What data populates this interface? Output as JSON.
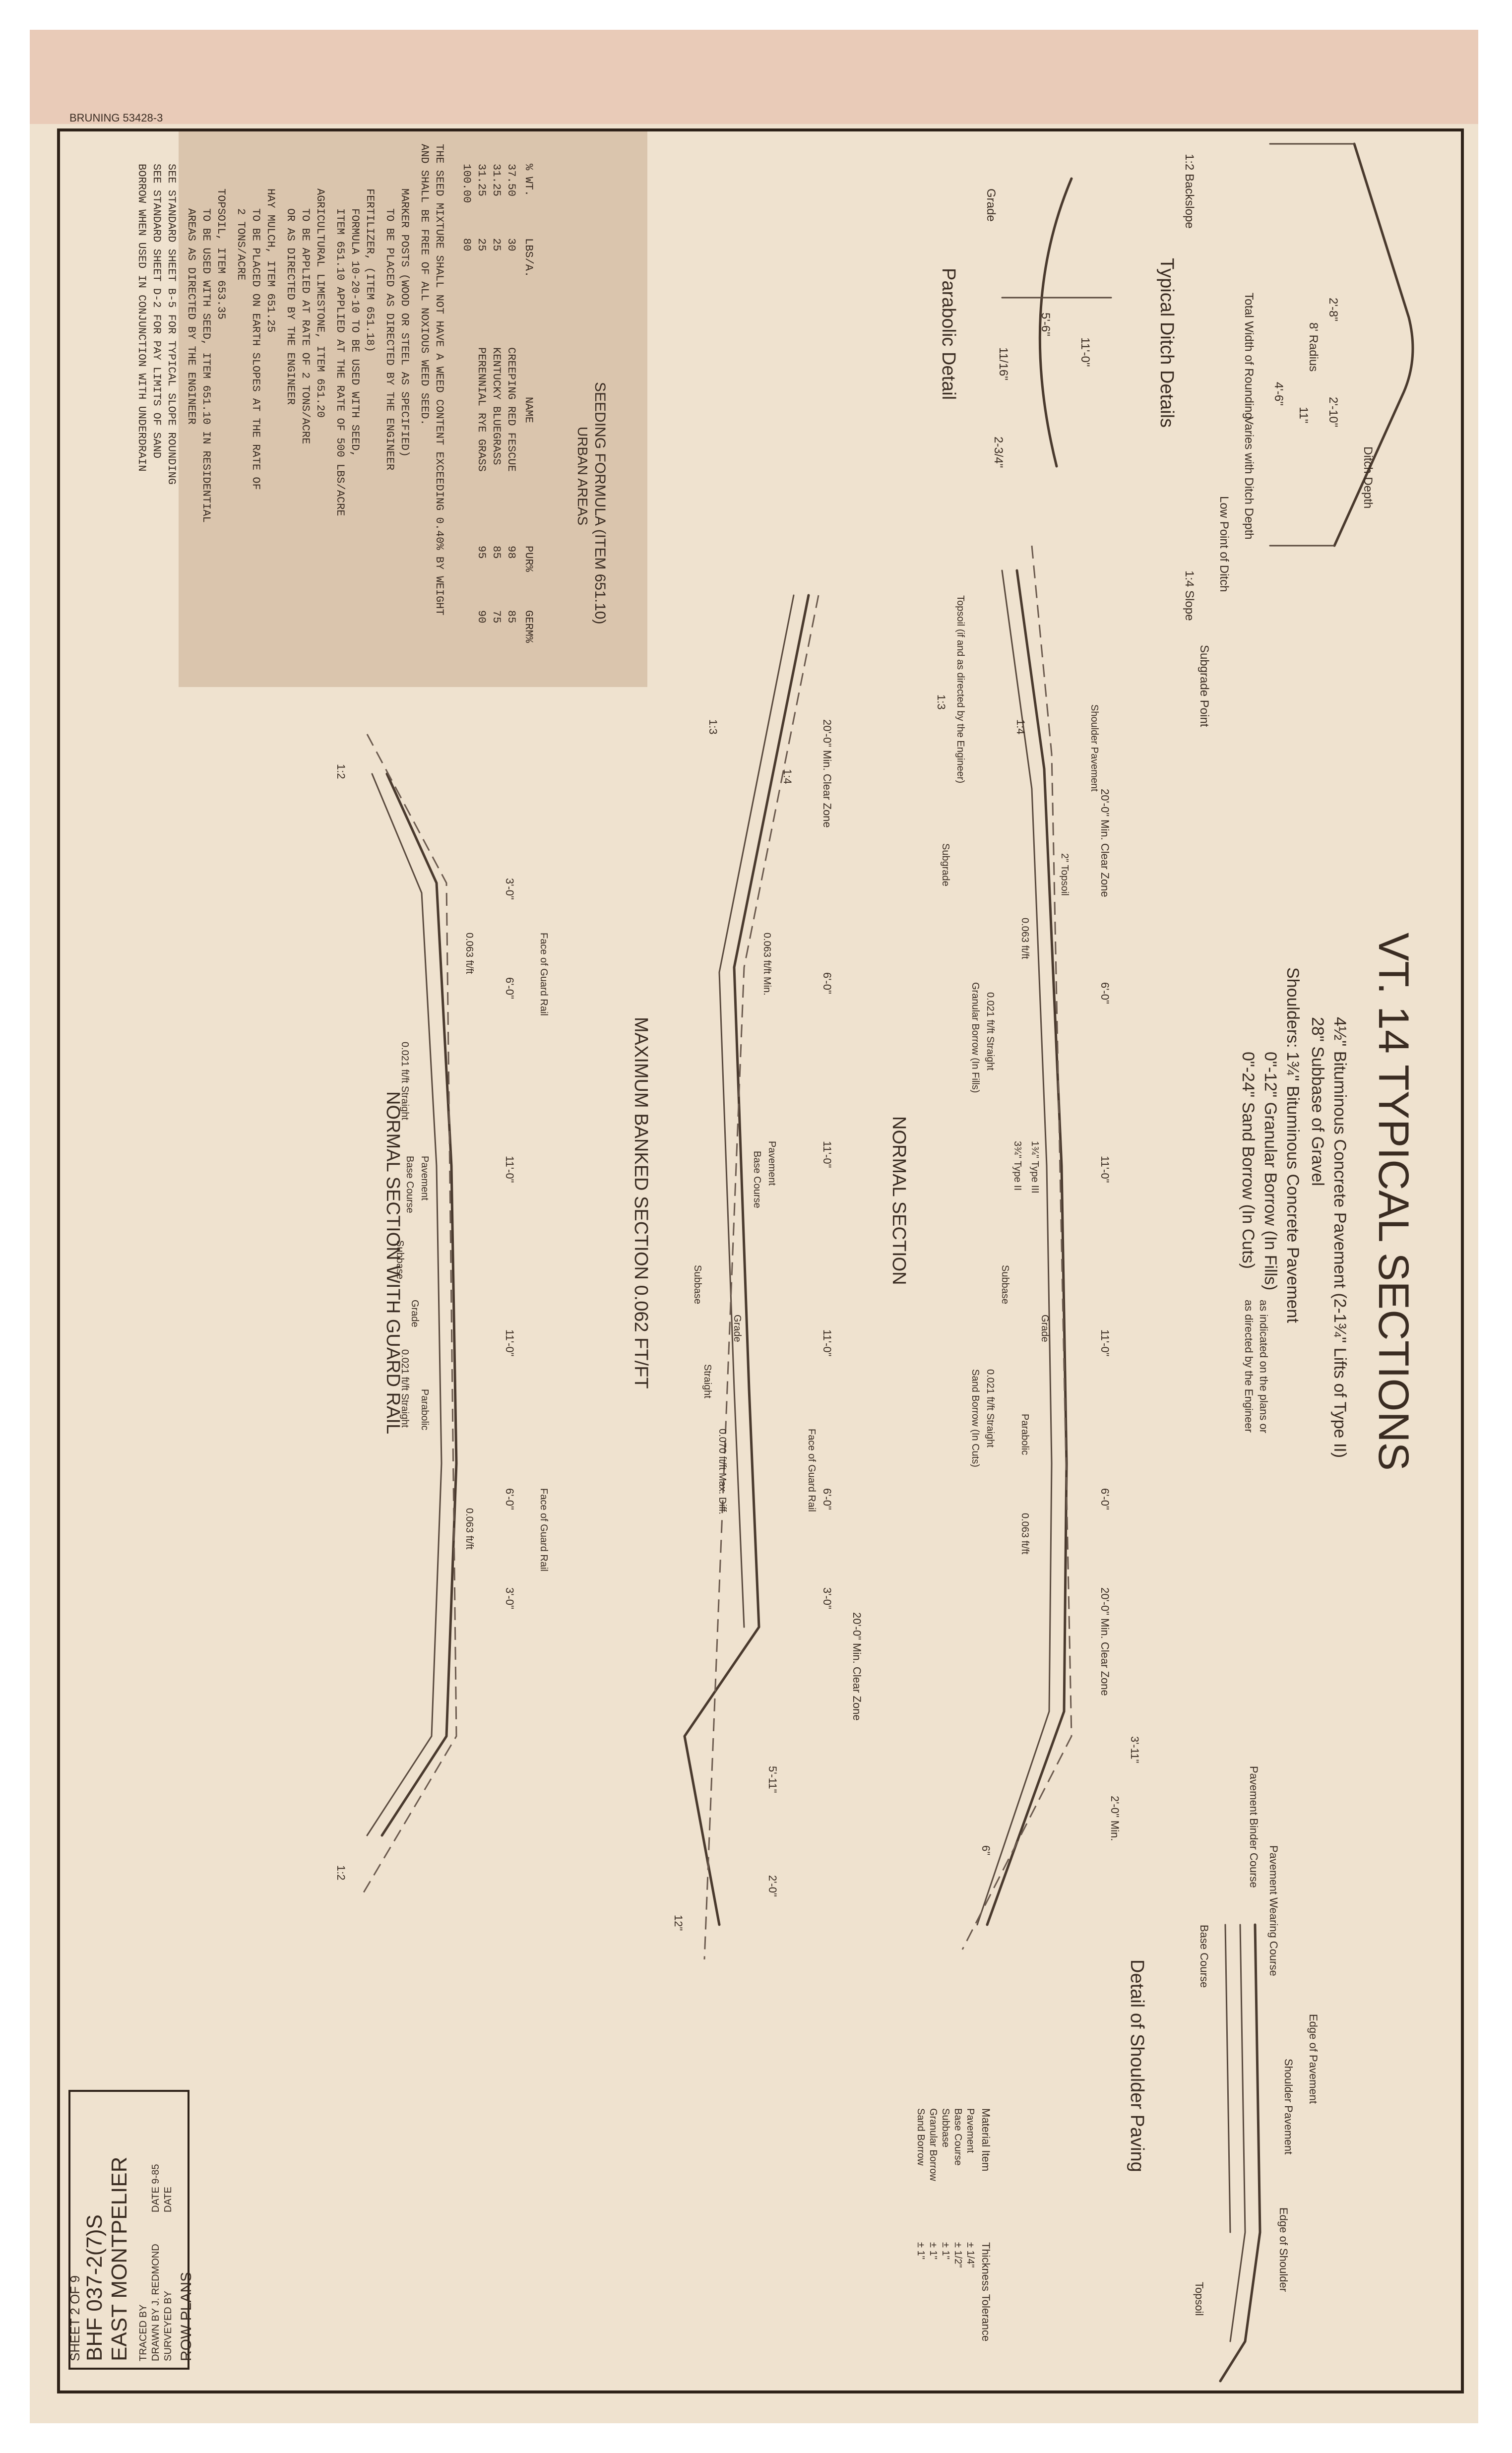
{
  "sheet_header": {
    "stamp": "BRUNING 53428-3"
  },
  "title": {
    "main": "VT. 14 TYPICAL SECTIONS",
    "pavement_line1": "4½\" Bituminous Concrete Pavement (2-1¾\" Lifts of Type II)",
    "pavement_line2": "28\" Subbase of Gravel",
    "shoulders_label": "Shoulders:",
    "shoulders_line1": "1¾\" Bituminous Concrete Pavement",
    "shoulders_line2": "0\"-12\" Granular Borrow (In Fills)",
    "shoulders_line3": "0\"-24\" Sand Borrow (In Cuts)",
    "shoulders_note1": "as indicated on the plans or",
    "shoulders_note2": "as directed by the Engineer"
  },
  "ditch_details": {
    "title": "Typical Ditch Details",
    "labels": [
      "Varies with Ditch Depth",
      "Total Width of Rounding",
      "1:2 Backslope",
      "8' Radius",
      "4'-6\"",
      "2'-8\"",
      "2'-10\"",
      "1:4 Slope",
      "11\"",
      "Low Point of Ditch",
      "Ditch Depth",
      "Subgrade Point"
    ]
  },
  "parabolic_detail": {
    "title": "Parabolic Detail",
    "labels": [
      "Grade",
      "11'-0\"",
      "5'-6\"",
      "11/16\"",
      "2-3/4\""
    ]
  },
  "seeding": {
    "title": "SEEDING FORMULA (ITEM 651.10)",
    "subtitle": "URBAN AREAS",
    "columns": [
      "% WT.",
      "LBS/A.",
      "NAME",
      "PUR%",
      "GERM%"
    ],
    "rows": [
      [
        "37.50",
        "30",
        "CREEPING RED FESCUE",
        "98",
        "85"
      ],
      [
        "31.25",
        "25",
        "KENTUCKY BLUEGRASS",
        "85",
        "75"
      ],
      [
        "31.25",
        "25",
        "PERENNIAL RYE GRASS",
        "95",
        "90"
      ],
      [
        "100.00",
        "80",
        "",
        "",
        ""
      ]
    ],
    "notes": [
      "THE SEED MIXTURE SHALL NOT HAVE A WEED CONTENT EXCEEDING 0.40% BY WEIGHT",
      "AND SHALL BE FREE OF ALL NOXIOUS WEED SEED.",
      "MARKER POSTS (WOOD OR STEEL AS SPECIFIED)",
      "TO BE PLACED AS DIRECTED BY THE ENGINEER",
      "FERTILIZER, (ITEM 651.18)",
      "FORMULA 10-20-10 TO BE USED WITH SEED,",
      "ITEM 651.10 APPLIED AT THE RATE OF 500 LBS/ACRE",
      "AGRICULTURAL LIMESTONE, ITEM 651.20",
      "TO BE APPLIED AT RATE OF 2 TONS/ACRE",
      "OR AS DIRECTED BY THE ENGINEER",
      "HAY MULCH, ITEM 651.25",
      "TO BE PLACED ON EARTH SLOPES AT THE RATE OF",
      "2 TONS/ACRE",
      "TOPSOIL, ITEM 653.35",
      "TO BE USED WITH SEED, ITEM 651.10 IN RESIDENTIAL",
      "AREAS AS DIRECTED BY THE ENGINEER",
      "SEE STANDARD SHEET B-5 FOR TYPICAL SLOPE ROUNDING",
      "SEE STANDARD SHEET D-2 FOR PAY LIMITS OF SAND",
      "BORROW WHEN USED IN CONJUNCTION WITH UNDERDRAIN"
    ]
  },
  "normal_section": {
    "title": "NORMAL SECTION",
    "labels": [
      "20'-0\" Min. Clear Zone",
      "6'-0\"",
      "11'-0\"",
      "11'-0\"",
      "6'-0\"",
      "20'-0\" Min. Clear Zone",
      "0.063 ft/ft",
      "0.021 ft/ft Straight",
      "0.021 ft/ft Straight",
      "0.063 ft/ft",
      "Granular Borrow (In Fills)",
      "Sand Borrow (In Cuts)",
      "Shoulder Pavement",
      "2\" Topsoil",
      "Subgrade",
      "Subbase",
      "Grade",
      "Parabolic",
      "1¾\" Type III",
      "3¾\" Type II",
      "1:4",
      "1:3",
      "Topsoil (if and as directed by the Engineer)",
      "3'-11\"",
      "2'-0\" Min.",
      "6\""
    ]
  },
  "banked_section": {
    "title": "MAXIMUM BANKED SECTION 0.062 FT/FT",
    "labels": [
      "20'-0\" Min. Clear Zone",
      "6'-0\"",
      "11'-0\"",
      "11'-0\"",
      "6'-0\"",
      "3'-0\"",
      "20'-0\" Min. Clear Zone",
      "0.063 ft/ft Min.",
      "Straight",
      "0.070 ft/ft Max. Diff.",
      "Pavement",
      "Base Course",
      "Subbase",
      "Grade",
      "Face of Guard Rail",
      "1:4",
      "1:3",
      "5'-11\"",
      "2'-0\"",
      "12\""
    ]
  },
  "guardrail_section": {
    "title": "NORMAL SECTION WITH GUARD RAIL",
    "labels": [
      "3'-0\"",
      "6'-0\"",
      "11'-0\"",
      "11'-0\"",
      "6'-0\"",
      "3'-0\"",
      "Face of Guard Rail",
      "Face of Guard Rail",
      "0.063 ft/ft",
      "0.021 ft/ft Straight",
      "0.021 ft/ft Straight",
      "0.063 ft/ft",
      "Pavement",
      "Base Course",
      "Subbase",
      "Grade",
      "Parabolic",
      "1:2",
      "1:2"
    ]
  },
  "shoulder_paving": {
    "title": "Detail of Shoulder Paving",
    "labels": [
      "Pavement Wearing Course",
      "Pavement Binder Course",
      "Base Course",
      "Edge of Pavement",
      "Shoulder Pavement",
      "Edge of Shoulder",
      "Topsoil"
    ],
    "tolerance_header": [
      "Material Item",
      "Thickness Tolerance"
    ],
    "tolerance_rows": [
      [
        "Pavement",
        "± 1/4\""
      ],
      [
        "Base Course",
        "± 1/2\""
      ],
      [
        "Subbase",
        "± 1\""
      ],
      [
        "Granular Borrow",
        "± 1\""
      ],
      [
        "Sand Borrow",
        "± 1\""
      ]
    ]
  },
  "title_block": {
    "plan_type": "ROW PLANS",
    "surveyed_by": "SURVEYED BY",
    "drawn_by": "DRAWN BY J. REDMOND",
    "traced_by": "TRACED BY",
    "date_label": "DATE",
    "date_value": "DATE 9-85",
    "town": "EAST MONTPELIER",
    "project": "BHF 037-2(7)S",
    "sheet": "SHEET 2 OF 9"
  },
  "colors": {
    "paper": "#efe2cf",
    "ink": "#4a3a2e",
    "seed_box": "#d7c2a9",
    "accent": "#b45a4a"
  }
}
